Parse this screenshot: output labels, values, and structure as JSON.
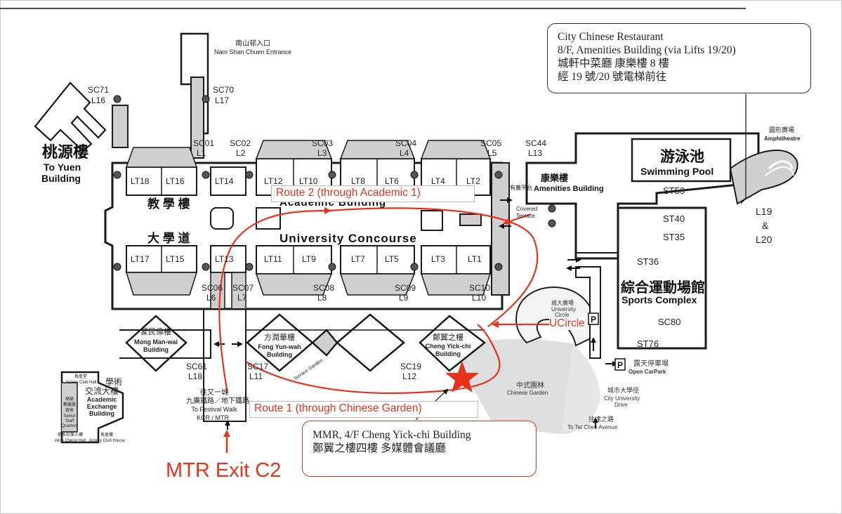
{
  "entrance": {
    "zh": "南山邨入口",
    "en": "Nam Shan Chuen Entrance"
  },
  "stairs": {
    "sc71": "SC71",
    "l16": "L16",
    "sc70": "SC70",
    "l17": "L17",
    "sc01": "SC01",
    "l1": "L1",
    "sc02": "SC02",
    "l2": "L2",
    "sc03": "SC03",
    "l3": "L3",
    "sc04": "SC04",
    "l4": "L4",
    "sc05": "SC05",
    "l5": "L5",
    "sc44": "SC44",
    "l13": "L13",
    "sc06": "SC06",
    "l6": "L6",
    "sc07": "SC07",
    "l7": "L7",
    "sc08": "SC08",
    "l8": "L8",
    "sc09": "SC09",
    "l9": "L9",
    "sc10": "SC10",
    "l10": "L10",
    "sc61": "SC61",
    "l18": "L18",
    "sc17": "SC17",
    "l11": "L11",
    "sc19": "SC19",
    "l12": "L12"
  },
  "lecture_theatres_top": [
    "LT18",
    "LT16",
    "LT14",
    "LT12",
    "LT10",
    "LT8",
    "LT6",
    "LT4",
    "LT2"
  ],
  "lecture_theatres_bottom": [
    "LT17",
    "LT15",
    "LT13",
    "LT11",
    "LT9",
    "LT7",
    "LT5",
    "LT3",
    "LT1"
  ],
  "to_yuen": {
    "zh": "桃源樓",
    "en1": "To Yuen",
    "en2": "Building"
  },
  "academic_building": {
    "zh": "教 學 樓",
    "en": "Academic Building"
  },
  "concourse": {
    "zh": "大 學 道",
    "en": "University Concourse"
  },
  "covered_terrace": {
    "zh": "有蓋平台",
    "en1": "Covered",
    "en2": "Terrace"
  },
  "amenities": {
    "zh": "康樂樓",
    "en": "Amenities Building"
  },
  "swimming_pool": {
    "zh": "游泳池",
    "en": "Swimming Pool"
  },
  "amphitheatre": {
    "zh": "圓形廣場",
    "en": "Amphitheatre"
  },
  "st_labels": {
    "st53": "ST53",
    "st40": "ST40",
    "st35": "ST35",
    "st36": "ST36",
    "sc80": "SC80",
    "st76": "ST76"
  },
  "lifts_19_20": {
    "a": "L19",
    "b": "&",
    "c": "L20"
  },
  "sports_complex": {
    "zh": "綜合運動場館",
    "en": "Sports Complex"
  },
  "university_circle": {
    "zh": "城大廣場",
    "en1": "University",
    "en2": "Circle"
  },
  "parking": {
    "p": "P",
    "zh": "露天停車場",
    "en": "Open CarPark"
  },
  "drive": {
    "zh": "城市大學徑",
    "en1": "City University",
    "en2": "Drive"
  },
  "tat_chee": {
    "zh": "往達之路",
    "en": "To Tat Chee Avenue"
  },
  "chinese_garden": {
    "zh": "中式園林",
    "en": "Chinese Garden"
  },
  "mong_man_wai": {
    "zh": "蒙民偉樓",
    "en1": "Mong Man-wai",
    "en2": "Building"
  },
  "fong_yun_wah": {
    "zh": "方潤華樓",
    "en1": "Fong Yun-wah",
    "en2": "Building"
  },
  "terrace_garden": "Terrace Garden",
  "cheng_yick_chi": {
    "zh": "鄭翼之樓",
    "en1": "Cheng Yick-chi",
    "en2": "Building"
  },
  "academic_exchange": {
    "zh1": "學術",
    "zh2": "交流大樓",
    "en1": "Academic",
    "en2": "Exchange",
    "en3": "Building"
  },
  "jockey_club_hall": {
    "zh": "馬會堂",
    "en": "Jockey Club Hall"
  },
  "senior_staff": {
    "zh1": "高級",
    "zh2": "教職員",
    "zh3": "宿舍",
    "en1": "Senior",
    "en2": "Staff",
    "en3": "Quarters"
  },
  "alice_cheng_hall": {
    "zh": "張永珍學人樓",
    "en": "Alice Cheng Hall"
  },
  "jockey_club_house": {
    "zh": "馬會樓",
    "en": "Jockey Club House"
  },
  "festival_walk": {
    "zh1": "往又一城",
    "zh2": "九廣鐵路／地下鐵路",
    "en1": "To Festival Walk",
    "en2": "KCR / MTR"
  },
  "restaurant_callout": {
    "line1": "City Chinese Restaurant",
    "line2": "8/F, Amenities Building (via Lifts 19/20)",
    "line3": "城軒中菜廳  康樂樓  8 樓",
    "line4": "經 19 號/20 號電梯前往"
  },
  "route2_label": "Route 2 (through Academic 1)",
  "route1_label": "Route 1 (through Chinese Garden)",
  "ucircle_label": "UCircle",
  "mtr_exit_label": "MTR Exit C2",
  "mmr_callout": {
    "line1": "MMR, 4/F Cheng Yick-chi Building",
    "line2": "鄭翼之樓四樓  多媒體會議廳"
  },
  "colors": {
    "route": "#e8331c",
    "building_fill": "#cfcfcf",
    "outline": "#1a1a1a",
    "garden": "#dedede"
  },
  "icons": [
    "lift-icon",
    "destination-star-icon",
    "arrow-icon"
  ]
}
